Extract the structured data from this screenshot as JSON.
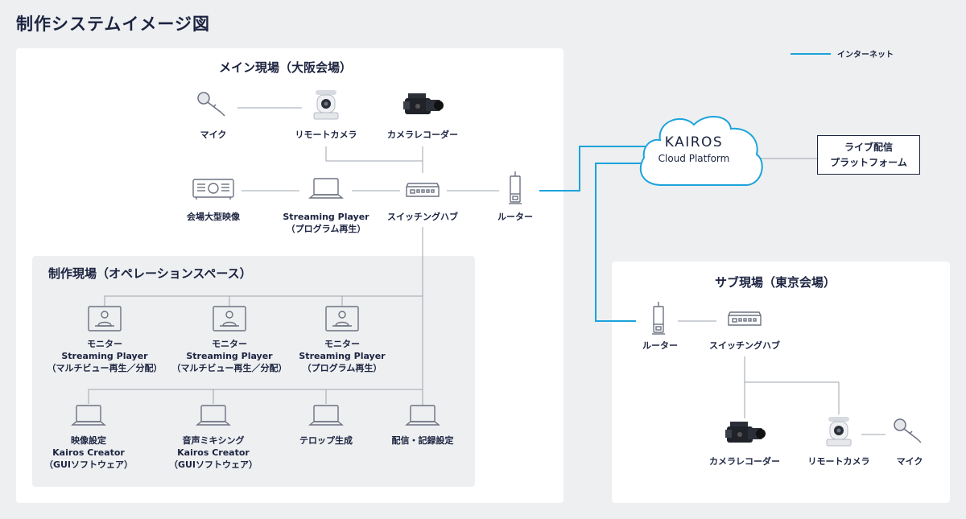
{
  "title": "制作システムイメージ図",
  "legend": {
    "label": "インターネット",
    "color": "#1aa3dc"
  },
  "colors": {
    "line": "#9ea4ad",
    "internet": "#1aa3dc",
    "text": "#1b2340"
  },
  "cloud": {
    "line1": "KAIROS",
    "line2": "Cloud Platform"
  },
  "platform": {
    "line1": "ライブ配信",
    "line2": "プラットフォーム"
  },
  "main_venue": {
    "title": "メイン現場（大阪会場）",
    "mic": "マイク",
    "remote_camera": "リモートカメラ",
    "camera_recorder": "カメラレコーダー",
    "projector": "会場大型映像",
    "streaming_player": {
      "line1": "Streaming Player",
      "line2": "（プログラム再生）"
    },
    "switching_hub": "スイッチングハブ",
    "router": "ルーター"
  },
  "operation_space": {
    "title": "制作現場（オペレーションスペース）",
    "monitors": [
      {
        "line1": "モニター",
        "line2": "Streaming Player",
        "line3": "（マルチビュー再生／分配）"
      },
      {
        "line1": "モニター",
        "line2": "Streaming Player",
        "line3": "（マルチビュー再生／分配）"
      },
      {
        "line1": "モニター",
        "line2": "Streaming Player",
        "line3": "（プログラム再生）"
      }
    ],
    "laptops": [
      {
        "line1": "映像設定",
        "line2": "Kairos Creator",
        "line3": "（GUIソフトウェア）"
      },
      {
        "line1": "音声ミキシング",
        "line2": "Kairos Creator",
        "line3": "（GUIソフトウェア）"
      },
      {
        "line1": "テロップ生成"
      },
      {
        "line1": "配信・記録設定"
      }
    ]
  },
  "sub_venue": {
    "title": "サブ現場（東京会場）",
    "router": "ルーター",
    "switching_hub": "スイッチングハブ",
    "camera_recorder": "カメラレコーダー",
    "remote_camera": "リモートカメラ",
    "mic": "マイク"
  }
}
